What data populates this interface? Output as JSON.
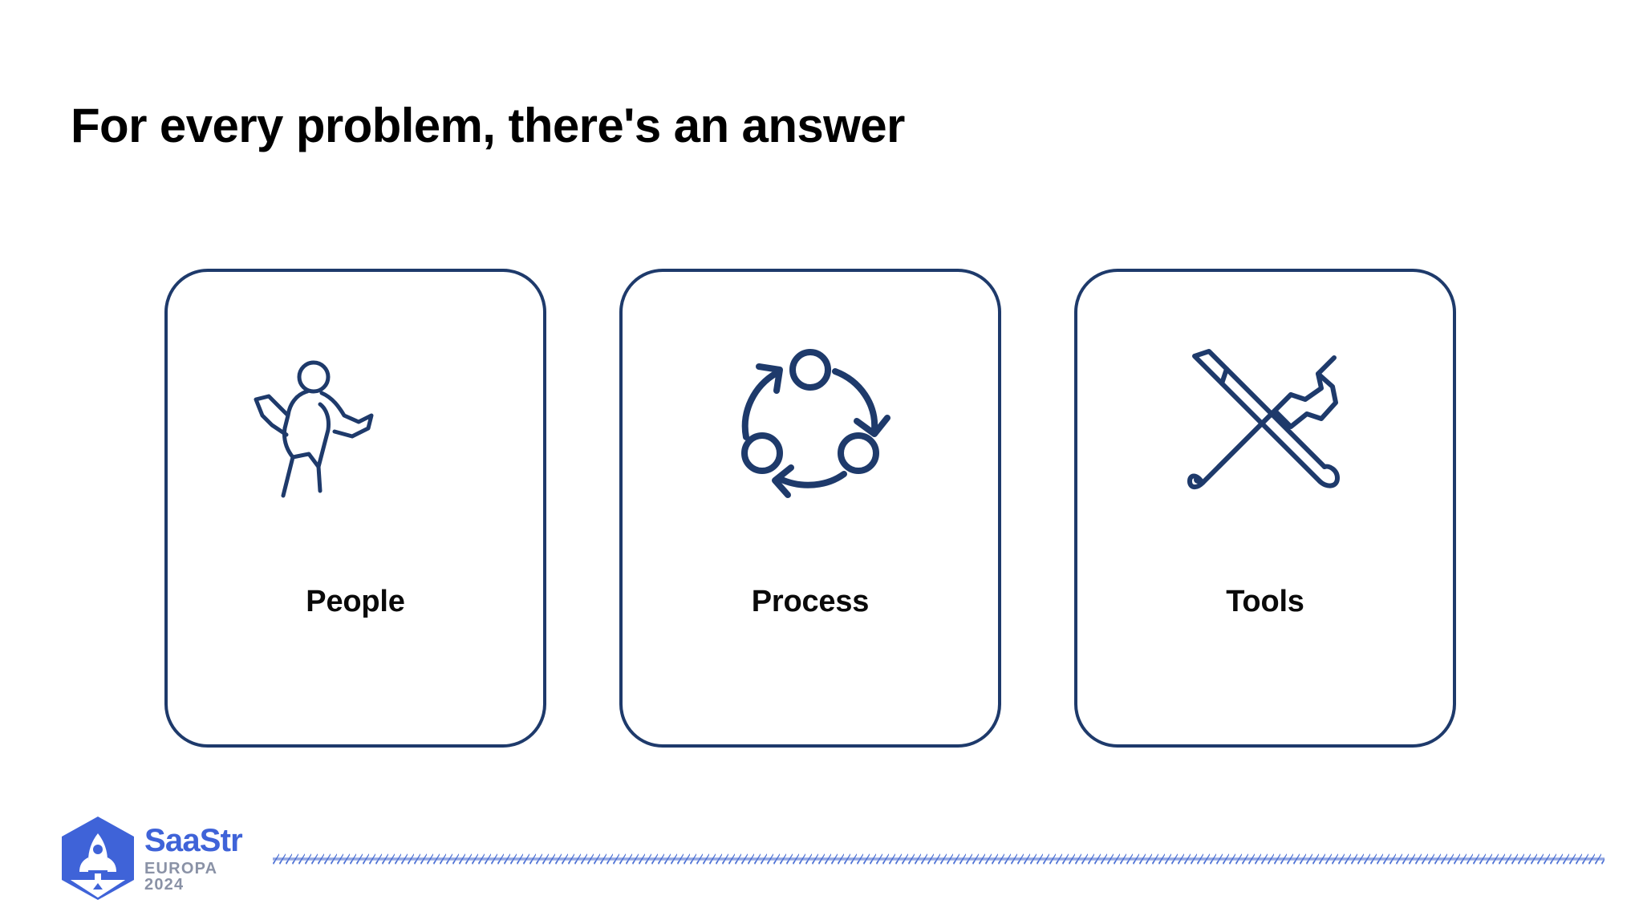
{
  "slide": {
    "background_color": "#FFFFFF",
    "title": "For every problem, there's an answer",
    "title_color": "#000000",
    "accent_color": "#1E3A6B",
    "brand_color": "#3F63D8"
  },
  "cards": [
    {
      "label": "People",
      "icon": "dancing-people-icon",
      "icon_color": "#1E3A6B"
    },
    {
      "label": "Process",
      "icon": "cycle-arrows-icon",
      "icon_color": "#1E3A6B"
    },
    {
      "label": "Tools",
      "icon": "wrench-screwdriver-icon",
      "icon_color": "#1E3A6B"
    }
  ],
  "footer": {
    "logo": {
      "mark": "saastr-rocket-hexagon-logo",
      "wordmark": "SaaStr",
      "subtitle": "EUROPA 2024",
      "wordmark_color": "#3F63D8",
      "subtitle_color": "#8A92A6",
      "hexagon_color": "#3F63D8"
    },
    "divider": {
      "style": "zigzag-line",
      "color": "#4A6FD4"
    }
  }
}
